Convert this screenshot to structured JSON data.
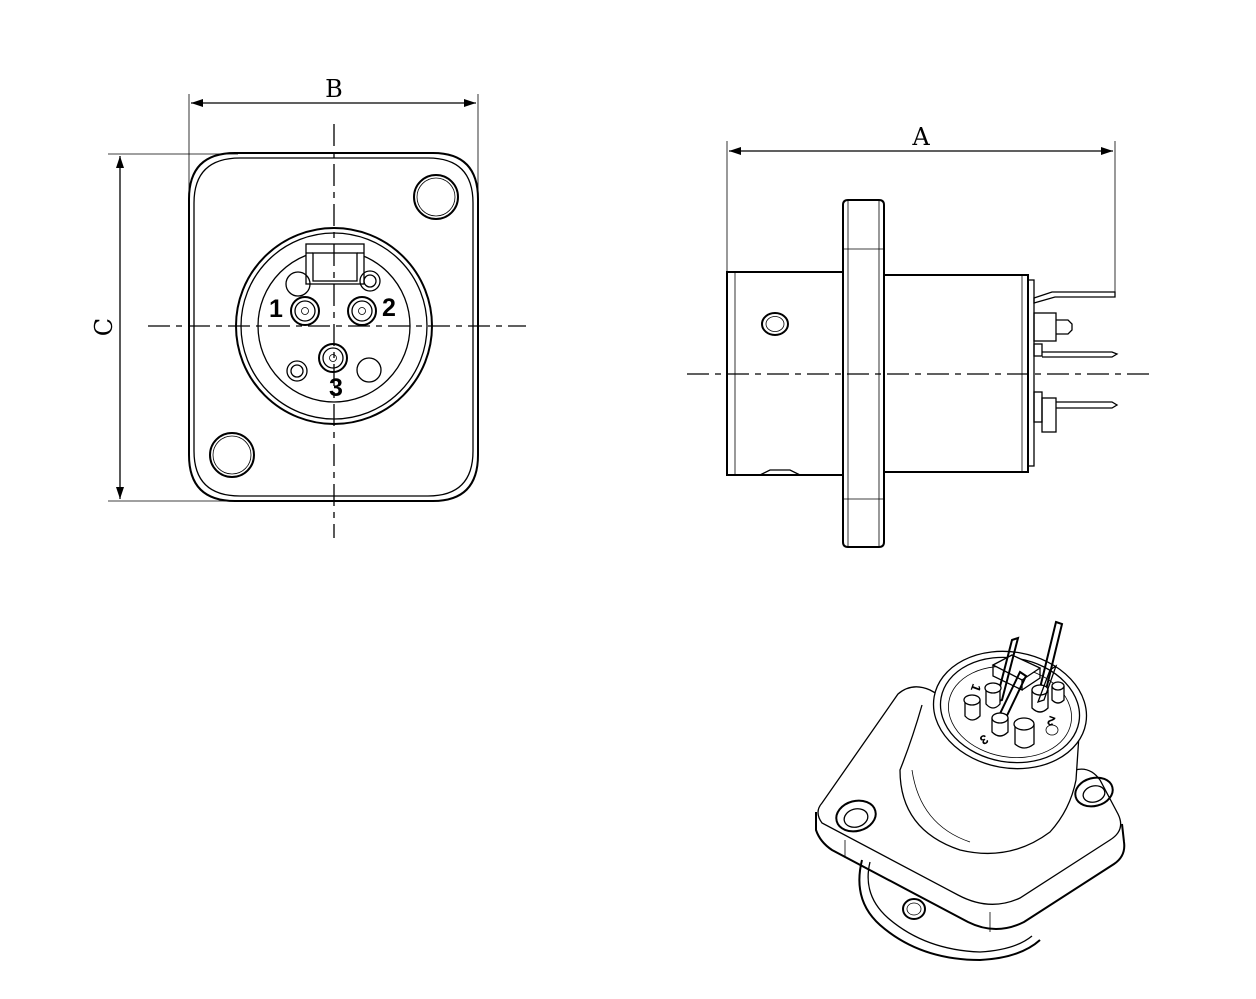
{
  "dimensions": {
    "a": "A",
    "b": "B",
    "c": "C"
  },
  "pins": {
    "front": {
      "p1": "1",
      "p2": "2",
      "p3": "3"
    },
    "iso": {
      "p1": "1",
      "p2": "2",
      "p3": "3"
    }
  },
  "colors": {
    "line": "#000000",
    "background": "#ffffff"
  }
}
